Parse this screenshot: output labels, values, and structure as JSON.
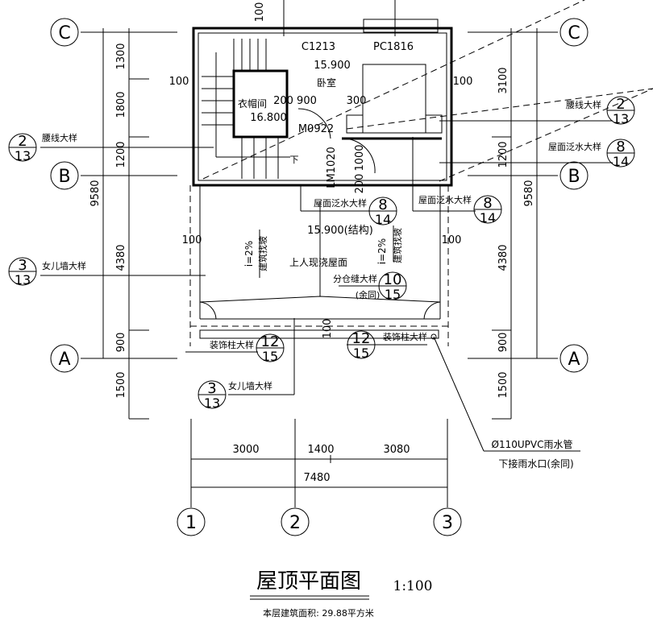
{
  "title": {
    "name": "屋顶平面图",
    "scale": "1:100",
    "area_note": "本层建筑面积: 29.88平方米"
  },
  "axes": {
    "C": "C",
    "B": "B",
    "A": "A",
    "n1": "1",
    "n2": "2",
    "n3": "3"
  },
  "dims": {
    "left": [
      "1300",
      "1800",
      "1200",
      "4380",
      "900",
      "1500"
    ],
    "left_total": "9580",
    "right": [
      "3100",
      "1200",
      "4380",
      "900",
      "1500"
    ],
    "right_total": "9580",
    "bottom": [
      "3000",
      "1400",
      "3080"
    ],
    "bottom_total": "7480",
    "inner": {
      "d100_top": "100",
      "d100_l1": "100",
      "d100_r1": "100",
      "d100_l2": "100",
      "d100_r2": "100",
      "d100_bot": "100",
      "d200_900": "200 900",
      "d300": "300",
      "d1000": "1000",
      "d200": "200"
    }
  },
  "labels": {
    "c1213": "C1213",
    "pc1816": "PC1816",
    "elev_bedroom": "15.900",
    "bedroom": "卧室",
    "closet": "衣帽间",
    "elev_closet": "16.800",
    "m0922": "M0922",
    "lm1020": "LM1020",
    "down": "下",
    "elev_roof": "15.900(结构)",
    "roof": "上人现浇屋面",
    "slope_l": "i=2%",
    "slope_l_note": "建筑找坡",
    "slope_r": "i=2%",
    "slope_r_note": "建筑找坡",
    "pipe1": "Ø110UPVC雨水管",
    "pipe2": "下接雨水口(余同)"
  },
  "refs": [
    {
      "text": "腰线大样",
      "num": "2",
      "sheet": "13"
    },
    {
      "text": "女儿墙大样",
      "num": "3",
      "sheet": "13"
    },
    {
      "text": "腰线大样",
      "num": "2",
      "sheet": "13"
    },
    {
      "text": "屋面泛水大样",
      "num": "8",
      "sheet": "14"
    },
    {
      "text": "屋面泛水大样",
      "num": "8",
      "sheet": "14"
    },
    {
      "text": "屋面泛水大样",
      "num": "8",
      "sheet": "14"
    },
    {
      "text": "分仓缝大样",
      "num": "10",
      "sheet": "15",
      "extra": "(余同)"
    },
    {
      "text": "装饰柱大样",
      "num": "12",
      "sheet": "15"
    },
    {
      "text": "装饰柱大样",
      "num": "12",
      "sheet": "15"
    },
    {
      "text": "女儿墙大样",
      "num": "3",
      "sheet": "13"
    }
  ]
}
